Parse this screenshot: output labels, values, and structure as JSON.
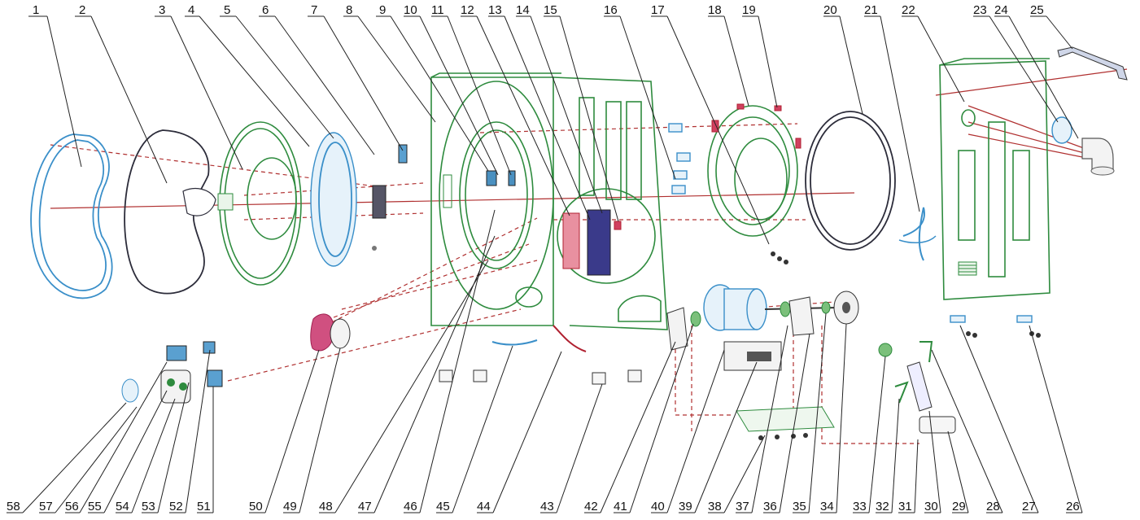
{
  "diagram": {
    "colors": {
      "parts_green": "#2e8b3e",
      "parts_blue": "#3a8fc9",
      "parts_dark": "#2c2c3a",
      "axis_red": "#b03030",
      "label_text": "#111111"
    },
    "top_labels": [
      "1",
      "2",
      "3",
      "4",
      "5",
      "6",
      "7",
      "8",
      "9",
      "10",
      "11",
      "12",
      "13",
      "14",
      "15",
      "16",
      "17",
      "18",
      "19",
      "20",
      "21",
      "22",
      "23",
      "24",
      "25"
    ],
    "bottom_labels": [
      "58",
      "57",
      "56",
      "55",
      "54",
      "53",
      "52",
      "51",
      "50",
      "49",
      "48",
      "47",
      "46",
      "45",
      "44",
      "43",
      "42",
      "41",
      "40",
      "39",
      "38",
      "37",
      "36",
      "35",
      "34",
      "33",
      "32",
      "31",
      "30",
      "29",
      "28",
      "27",
      "26"
    ]
  }
}
